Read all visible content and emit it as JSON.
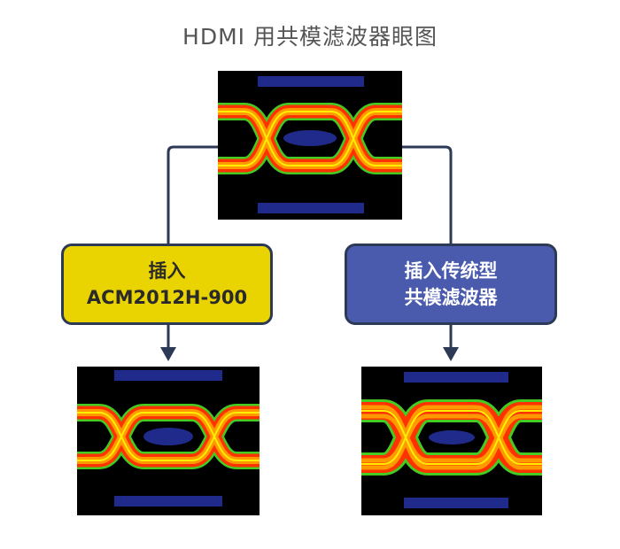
{
  "title": "HDMI 用共模滤波器眼图",
  "left_box": {
    "line1": "插入",
    "line2": "ACM2012H-900"
  },
  "right_box": {
    "line1": "插入传统型",
    "line2": "共模滤波器"
  },
  "colors": {
    "connector": "#2c3a55",
    "left_box_fill": "#e9d300",
    "right_box_fill": "#4a5aad",
    "eye_background": "#000000",
    "eye_mask": "#1f2a8a",
    "eye_trace_outer": "#ff3300",
    "eye_trace_mid": "#ff9900",
    "eye_trace_inner": "#ffee00",
    "eye_trace_edge": "#44cc22"
  }
}
